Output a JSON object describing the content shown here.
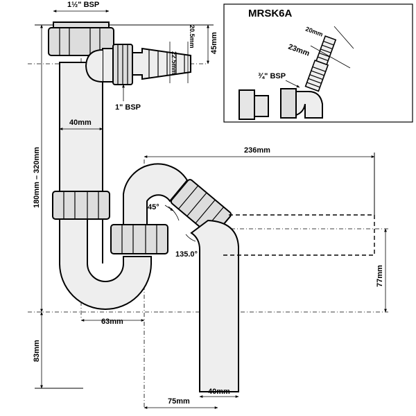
{
  "diagram": {
    "top_bsp": "1½\" BSP",
    "side_bsp": "1\" BSP",
    "dim_22_5": "22.5mm",
    "dim_20_5": "20.5mm",
    "dim_45": "45mm",
    "dim_40_top": "40mm",
    "dim_height": "180mm – 320mm",
    "dim_236": "236mm",
    "angle_45": "45°",
    "angle_135": "135.0°",
    "dim_63": "63mm",
    "dim_77": "77mm",
    "dim_83": "83mm",
    "dim_75": "75mm",
    "dim_40_bottom": "40mm"
  },
  "inset": {
    "title": "MRSK6A",
    "dim_20": "20mm",
    "dim_23": "23mm",
    "bsp": "¾\" BSP"
  },
  "colors": {
    "stroke": "#000000",
    "pipe_fill": "#eeeeee",
    "nut_fill": "#dddddd",
    "background": "#ffffff"
  }
}
